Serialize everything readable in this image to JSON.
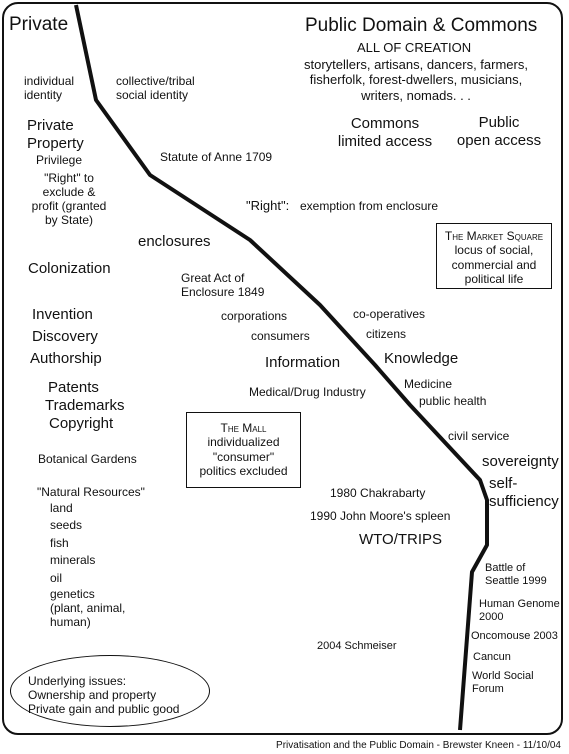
{
  "headings": {
    "private": "Private",
    "public": "Public Domain & Commons",
    "all_creation": "ALL OF CREATION",
    "peoples": [
      "storytellers, artisans, dancers, farmers,",
      "fisherfolk, forest-dwellers, musicians,",
      "writers, nomads. . ."
    ]
  },
  "left": {
    "identity": [
      "individual",
      "identity"
    ],
    "private_property": [
      "Private",
      "Property"
    ],
    "privilege": "Privilege",
    "right_exclude": [
      "\"Right\"  to",
      "exclude &",
      "profit (granted",
      "by State)"
    ],
    "colonization": "Colonization",
    "invention": "Invention",
    "discovery": "Discovery",
    "authorship": "Authorship",
    "patents": "Patents",
    "trademarks": "Trademarks",
    "copyright": "Copyright",
    "botanical": "Botanical Gardens",
    "natural_resources": "\"Natural Resources\"",
    "resources": [
      "land",
      "seeds",
      "fish",
      "minerals",
      "oil"
    ],
    "genetics": [
      "genetics",
      "(plant, animal,",
      "human)"
    ]
  },
  "middle": {
    "collective": [
      "collective/tribal",
      "social identity"
    ],
    "statute": "Statute of Anne 1709",
    "right_exemption_label": "\"Right\":",
    "exemption": "exemption from enclosure",
    "enclosures": "enclosures",
    "great_act": [
      "Great Act of",
      "Enclosure 1849"
    ],
    "corporations": "corporations",
    "consumers": "consumers",
    "information": "Information",
    "medical": "Medical/Drug Industry",
    "chakrabarty": "1980 Chakrabarty",
    "moore": "1990 John Moore's spleen",
    "wto": "WTO/TRIPS",
    "schmeiser": "2004 Schmeiser"
  },
  "right": {
    "commons_limited": [
      "Commons",
      "limited access"
    ],
    "public_open": [
      "Public",
      "open access"
    ],
    "cooperatives": "co-operatives",
    "citizens": "citizens",
    "knowledge": "Knowledge",
    "medicine": "Medicine",
    "public_health": "public health",
    "civil_service": "civil service",
    "sovereignty": "sovereignty",
    "self_sufficiency": [
      "self-",
      "sufficiency"
    ],
    "seattle": [
      "Battle of",
      "Seattle 1999"
    ],
    "genome": [
      "Human Genome",
      "2000"
    ],
    "oncomouse": "Oncomouse 2003",
    "cancun": "Cancun",
    "wsf": [
      "World Social",
      "Forum"
    ]
  },
  "market_box": {
    "title": "The Market Square",
    "lines": [
      "locus of social,",
      "commercial and",
      "political life"
    ]
  },
  "mall_box": {
    "title": "The Mall",
    "lines": [
      "individualized",
      "\"consumer\"",
      "politics excluded"
    ]
  },
  "issues": {
    "title": "Underlying issues:",
    "lines": [
      "Ownership and property",
      "Private gain and public good"
    ]
  },
  "footer": "Privatisation and the Public Domain - Brewster Kneen - 11/10/04"
}
